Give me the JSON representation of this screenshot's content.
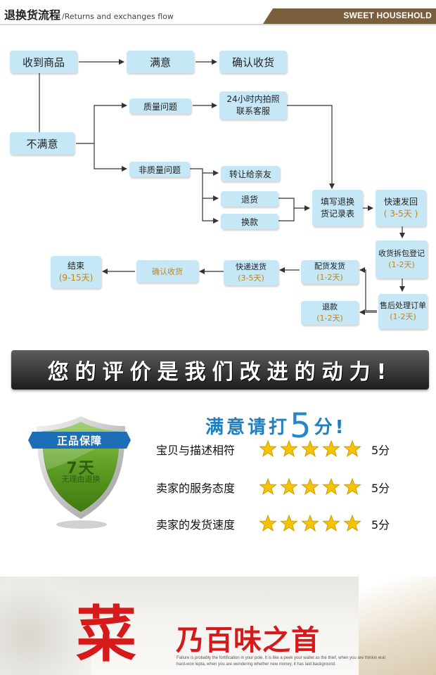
{
  "header": {
    "title_cn": "退换货流程",
    "title_en": "/Returns and exchanges flow",
    "brand": "SWEET HOUSEHOLD"
  },
  "flow": {
    "received": "收到商品",
    "satisfied": "满意",
    "confirm_receipt": "确认收货",
    "unsatisfied": "不满意",
    "quality_issue": "质量问题",
    "photo_contact_line1": "24小时内拍照",
    "photo_contact_line2": "联系客服",
    "non_quality_issue": "非质量问题",
    "transfer_friend": "转让给亲友",
    "return_goods": "退货",
    "exchange": "换款",
    "fill_form_line1": "填写退换",
    "fill_form_line2": "货记录表",
    "ship_back_line1": "快速发回",
    "ship_back_line2": "( 3-5天 )",
    "unpack_register_line1": "收货拆包登记",
    "unpack_register_line2": "(1-2天)",
    "aftersale_order_line1": "售后处理订单",
    "aftersale_order_line2": "(1-2天)",
    "prepare_ship_line1": "配货发货",
    "prepare_ship_line2": "(1-2天)",
    "refund_line1": "退款",
    "refund_line2": "(1-2天)",
    "express_delivery_line1": "快递送货",
    "express_delivery_line2": "(3-5天)",
    "confirm_receipt_2": "确认收货",
    "end_line1": "结束",
    "end_line2": "(9-15天)"
  },
  "banner": {
    "text": "您的评价是我们改进的动力!"
  },
  "rating": {
    "title_pre": "满意请打",
    "title_num": "5",
    "title_post": "分!",
    "rows": [
      {
        "label": "宝贝与描述相符",
        "stars": 5,
        "score": "5分"
      },
      {
        "label": "卖家的服务态度",
        "stars": 5,
        "score": "5分"
      },
      {
        "label": "卖家的发货速度",
        "stars": 5,
        "score": "5分"
      }
    ],
    "star_color": "#f5c400"
  },
  "shield": {
    "ribbon": "正品保障",
    "days": "7天",
    "sub": "无理由退换",
    "color": "#5a9a22"
  },
  "bottom": {
    "big_char": "菜",
    "slogan": "乃百味之首",
    "english": "Failure is probably the fortification in your pole. It is like a peek your wallet as the thief, when you are thinkin eral hard-won lepta, when you are wondering whether new money, it has laid background."
  },
  "colors": {
    "box": "#c6e7f6",
    "accent_orange": "#c8830e",
    "header_tag": "#7b5f3d",
    "slogan_red": "#d41a1a"
  }
}
